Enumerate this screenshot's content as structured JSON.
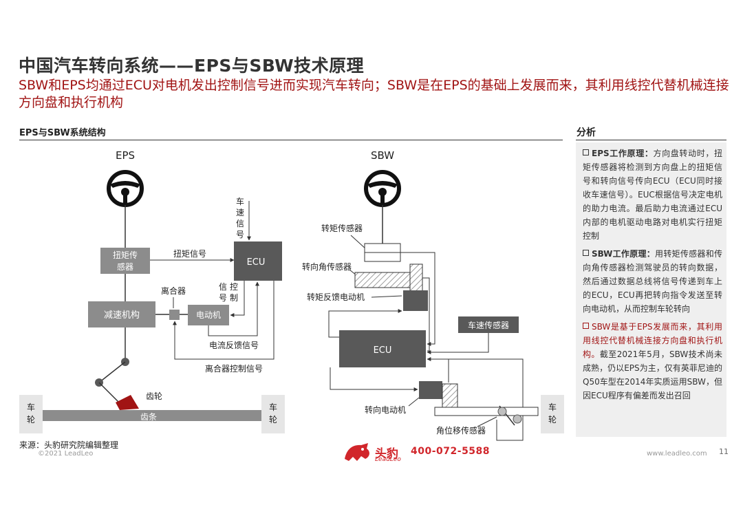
{
  "header": {
    "title": "中国汽车转向系统——EPS与SBW技术原理",
    "subtitle": "SBW和EPS均通过ECU对电机发出控制信号进而实现汽车转向；SBW是在EPS的基础上发展而来，其利用线控代替机械连接方向盘和执行机构"
  },
  "left_section": {
    "heading": "EPS与SBW系统结构"
  },
  "right_section": {
    "heading": "分析"
  },
  "eps": {
    "title": "EPS",
    "torque_sensor": [
      "扭矩传",
      "感器"
    ],
    "torque_signal": "扭矩信号",
    "speed_signal": [
      "车",
      "速",
      "信",
      "号"
    ],
    "ecu": "ECU",
    "clutch": "离合器",
    "control_signal_a": [
      "信",
      "号"
    ],
    "control_signal_b": [
      "控",
      "制"
    ],
    "reducer": "减速机构",
    "motor": "电动机",
    "current_feedback": "电流反馈信号",
    "clutch_control": "离合器控制信号",
    "gear": "齿轮",
    "rack": "齿条",
    "wheel_left": [
      "车",
      "轮"
    ],
    "wheel_right": [
      "车",
      "轮"
    ]
  },
  "sbw": {
    "title": "SBW",
    "torque_sensor": "转矩传感器",
    "angle_sensor": "转向角传感器",
    "feedback_motor": "转矩反馈电动机",
    "speed_sensor": "车速传感器",
    "ecu": "ECU",
    "steer_motor": "转向电动机",
    "disp_sensor": "角位移传感器",
    "wheel": [
      "车",
      "轮"
    ]
  },
  "analysis": {
    "eps_label": "EPS工作原理：",
    "eps_text": "方向盘转动时，扭矩传感器将检测到方向盘上的扭矩信号和转向信号传向ECU（ECU同时接收车速信号）。EUC根据信号决定电机的助力电流。最后助力电流通过ECU内部的电机驱动电路对电机实行扭矩控制",
    "sbw_label": "SBW工作原理：",
    "sbw_text": "用转矩传感器和传向角传感器检测驾驶员的转向数据，然后通过数据总线将信号传递到车上的ECU，ECU再把转向指令发送至转向电动机，从而控制车轮转向",
    "p3_red": "SBW是基于EPS发展而来，其利用用线控代替机械连接方向盘和执行机构。",
    "p3_black": "截至2021年5月，SBW技术尚未成熟，仍以EPS为主，仅有英菲尼迪的Q50车型在2014年实质运用SBW，但因ECU程序有偏差而发出召回"
  },
  "footer": {
    "source": "来源：头豹研究院编辑整理",
    "copyright": "©2021 LeadLeo",
    "brand": "头豹",
    "brand_en": "LeadLeo",
    "phone": "400-072-5588",
    "website": "www.leadleo.com",
    "page": "11"
  },
  "colors": {
    "accent": "#a11414",
    "box_dark": "#595959",
    "box_light": "#8c8c8c",
    "brand": "#d1262b"
  }
}
